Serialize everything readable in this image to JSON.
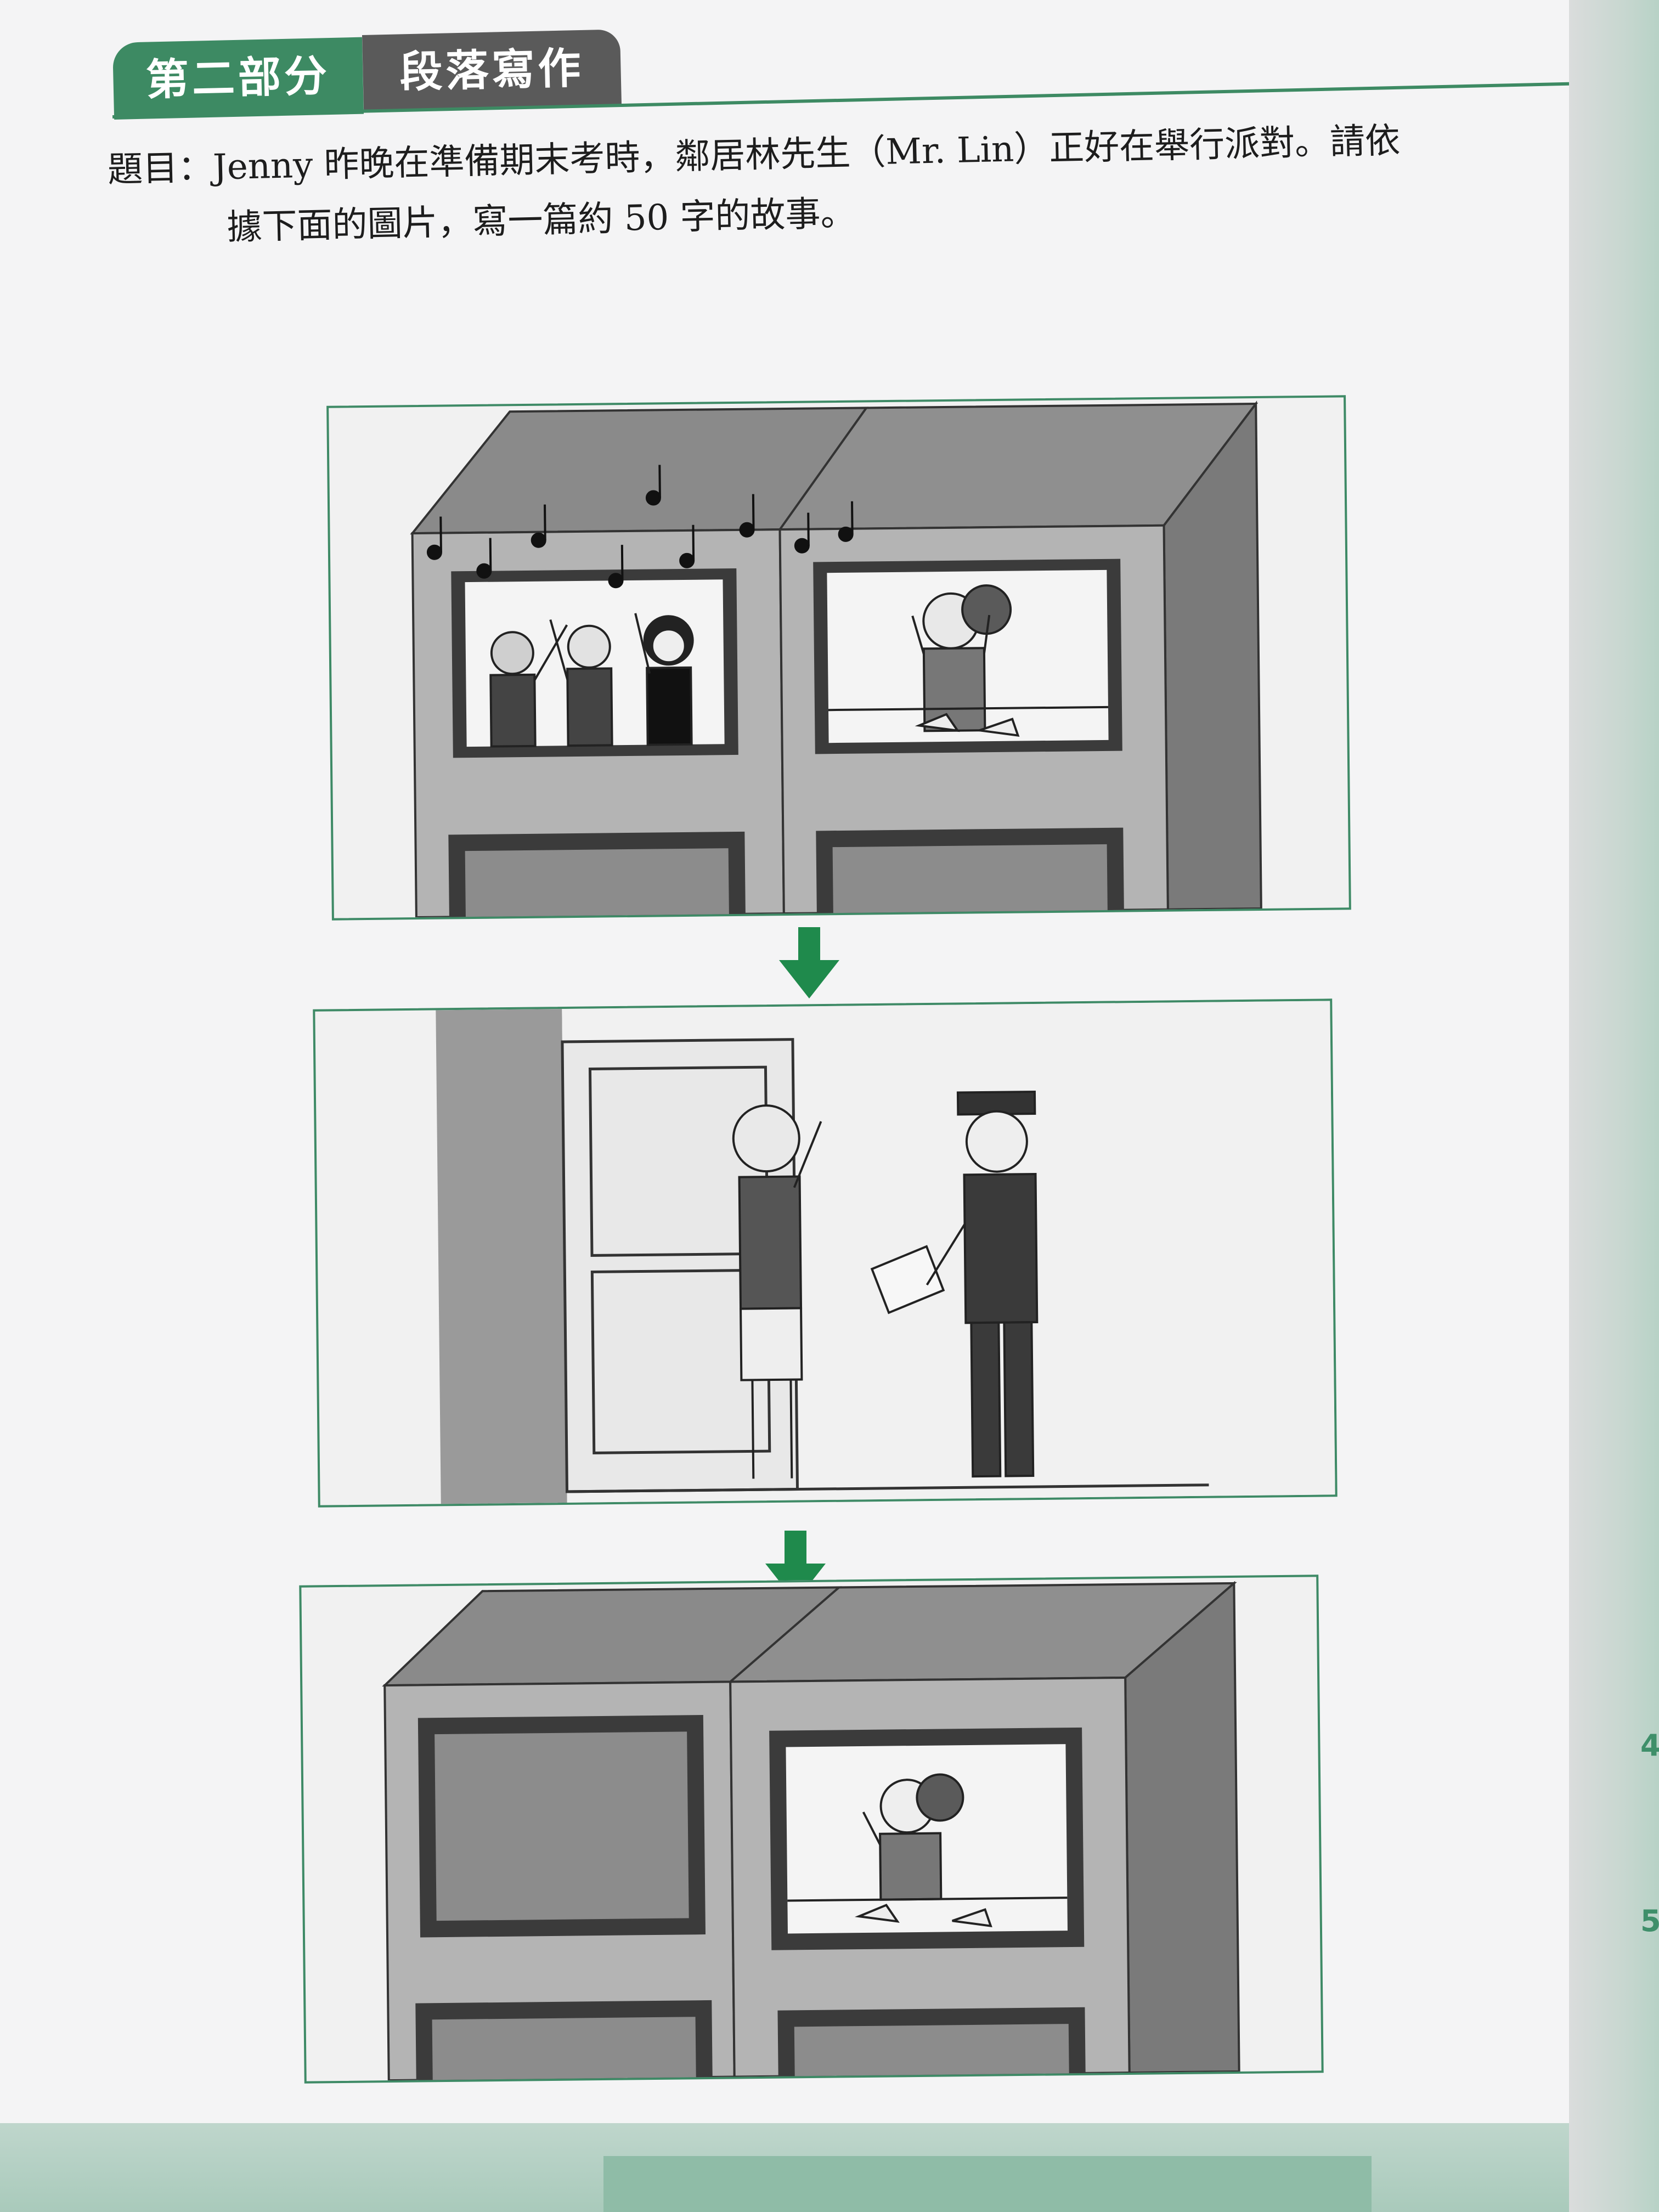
{
  "header": {
    "part_label": "第二部分",
    "section_title": "段落寫作"
  },
  "prompt": {
    "line1": "題目：Jenny 昨晚在準備期末考時，鄰居林先生（Mr. Lin）正好在舉行派對。請依",
    "line2": "據下面的圖片，寫一篇約 50 字的故事。"
  },
  "panels": [
    {
      "name": "party-scene"
    },
    {
      "name": "police-visit-scene"
    },
    {
      "name": "quiet-study-scene"
    }
  ],
  "edge_numbers": [
    "4",
    "5"
  ],
  "colors": {
    "accent_green": "#3d8a63",
    "tab_gray": "#5a5a5a",
    "arrow_green": "#1f8a4c"
  }
}
